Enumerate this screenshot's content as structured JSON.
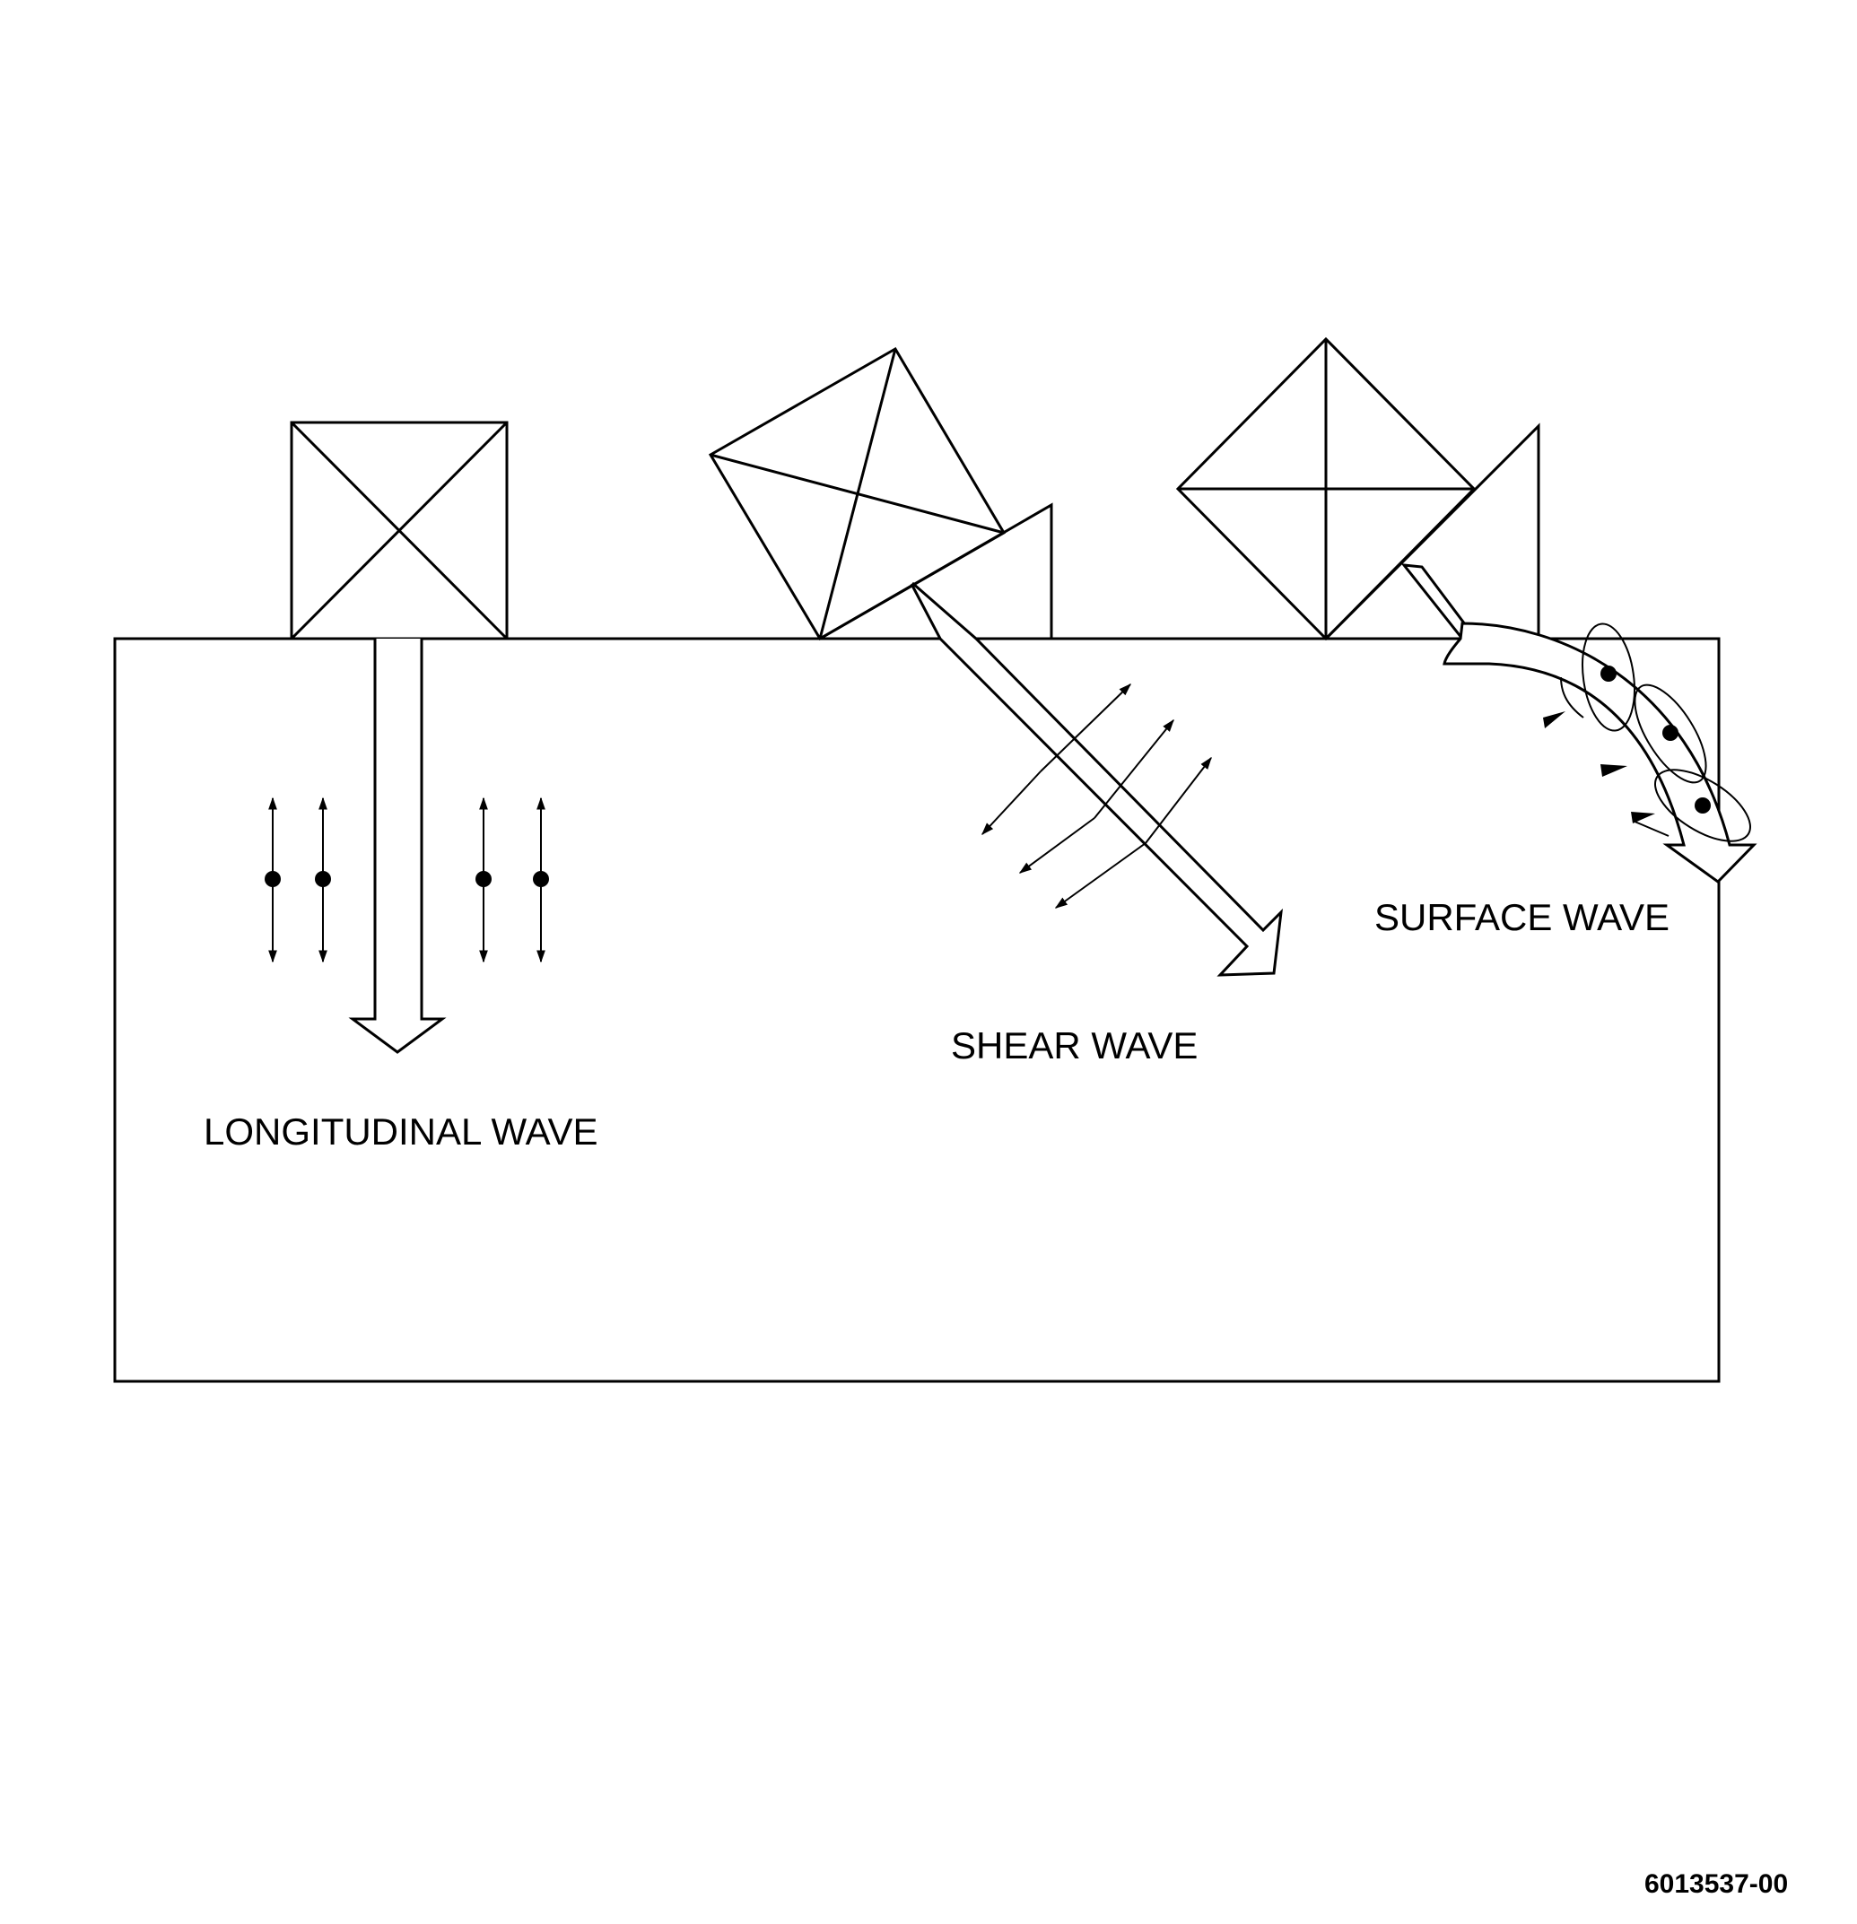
{
  "labels": {
    "longitudinal": "LONGITUDINAL WAVE",
    "shear": "SHEAR WAVE",
    "surface": "SURFACE WAVE"
  },
  "figure_number": "6013537-00"
}
